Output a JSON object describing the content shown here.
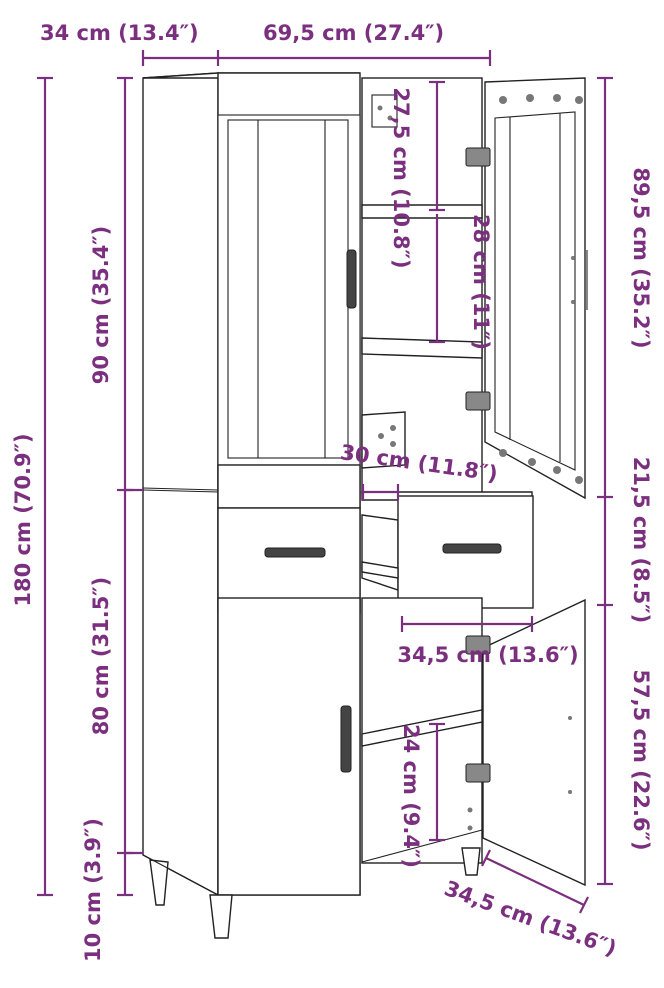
{
  "colors": {
    "dimension": "#7b2f7f",
    "outline": "#222222",
    "background": "#ffffff"
  },
  "dimensions": {
    "depth": "34 cm (13.4″)",
    "width": "69,5 cm (27.4″)",
    "total_height": "180 cm (70.9″)",
    "upper_height": "90 cm (35.4″)",
    "lower_height": "80 cm (31.5″)",
    "leg_height": "10 cm (3.9″)",
    "upper_door_height": "89,5 cm (35.2″)",
    "drawer_height": "21,5 cm (8.5″)",
    "lower_door_height": "57,5 cm (22.6″)",
    "top_compartment": "27,5 cm (10.8″)",
    "middle_compartment": "28 cm (11″)",
    "drawer_depth": "30 cm (11.8″)",
    "drawer_width": "34,5 cm (13.6″)",
    "lower_compartment": "24 cm (9.4″)",
    "lower_door_width": "34,5 cm (13.6″)"
  }
}
